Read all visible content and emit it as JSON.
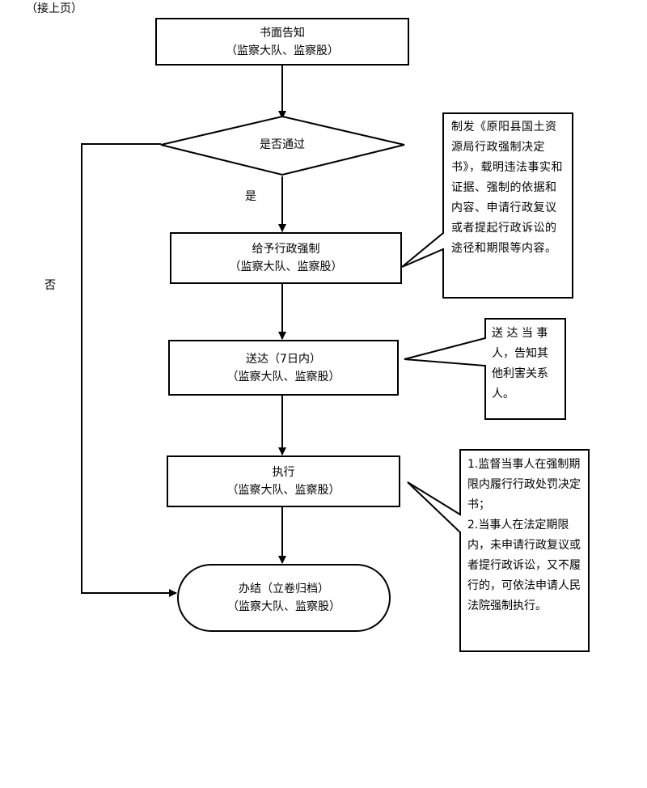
{
  "header": {
    "continued": "（接上页）"
  },
  "nodes": {
    "written_notice": {
      "title": "书面告知",
      "dept": "（监察大队、监察股）"
    },
    "decision": {
      "label": "是否通过"
    },
    "enforce": {
      "title": "给予行政强制",
      "dept": "（监察大队、监察股）"
    },
    "deliver": {
      "title": "送达（7日内）",
      "dept": "（监察大队、监察股）"
    },
    "execute": {
      "title": "执行",
      "dept": "（监察大队、监察股）"
    },
    "close": {
      "title": "办结（立卷归档）",
      "dept": "（监察大队、监察股）"
    }
  },
  "branch_labels": {
    "yes": "是",
    "no": "否"
  },
  "notes": {
    "enforce_note": "制发《原阳县国土资源局行政强制决定书》，载明违法事实和证据、强制的依据和内容、申请行政复议或者提起行政诉讼的途径和期限等内容。",
    "deliver_note": "送 达 当 事人，告知其他利害关系人。",
    "execute_note": {
      "item1": "1.监督当事人在强制期限内履行行政处罚决定书；",
      "item2": "2.当事人在法定期限内，未申请行政复议或者提行政诉讼，又不履行的，可依法申请人民法院强制执行。"
    }
  }
}
